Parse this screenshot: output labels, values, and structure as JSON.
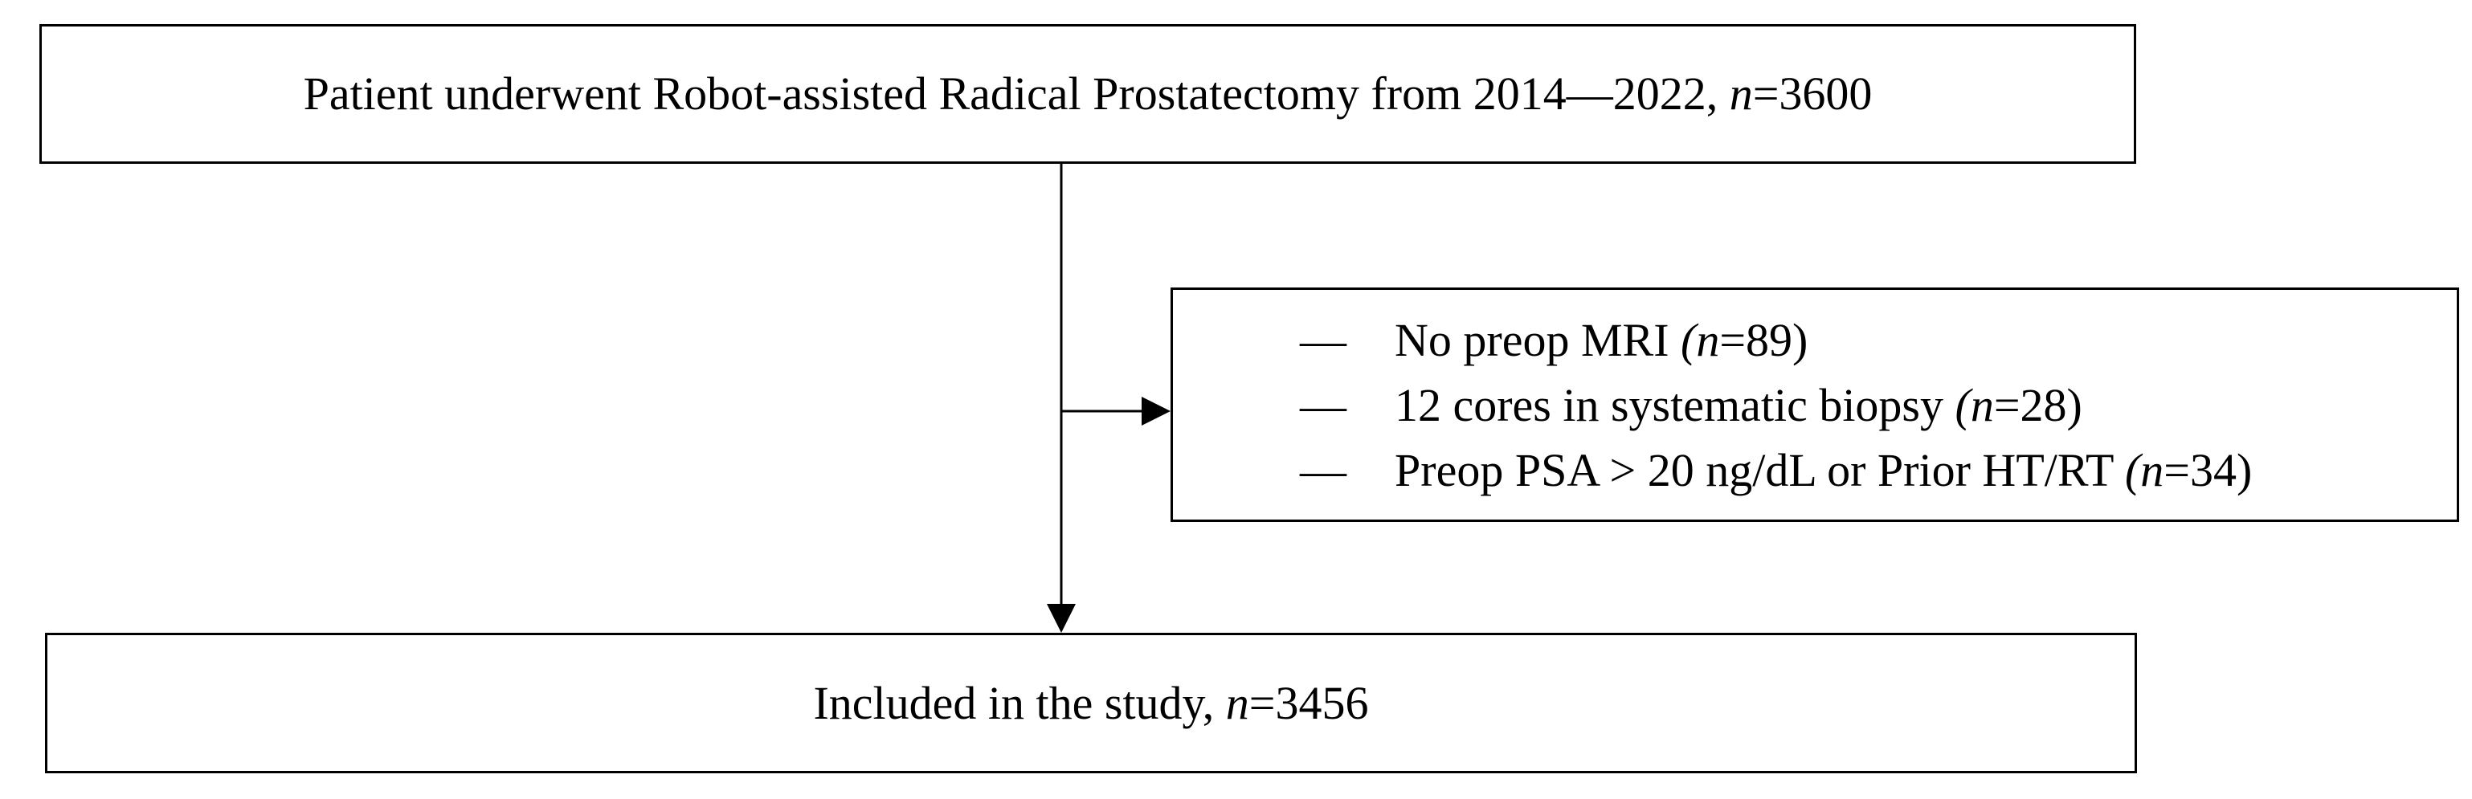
{
  "top_box": {
    "text": "Patient underwent Robot-assisted Radical Prostatectomy from 2014—2022, ",
    "n_label": "n",
    "n_value": "=3600"
  },
  "exclusion_box": {
    "items": [
      {
        "bullet": "—",
        "text": "No preop MRI ",
        "n_label": "(n",
        "n_value": "=89)"
      },
      {
        "bullet": "—",
        "text": "12 cores in systematic biopsy ",
        "n_label": "(n",
        "n_value": "=28)"
      },
      {
        "bullet": "—",
        "text": "Preop PSA > 20 ng/dL or Prior HT/RT ",
        "n_label": "(n",
        "n_value": "=34)"
      }
    ]
  },
  "bottom_box": {
    "text": "Included in the study, ",
    "n_label": "n",
    "n_value": "=3456"
  }
}
